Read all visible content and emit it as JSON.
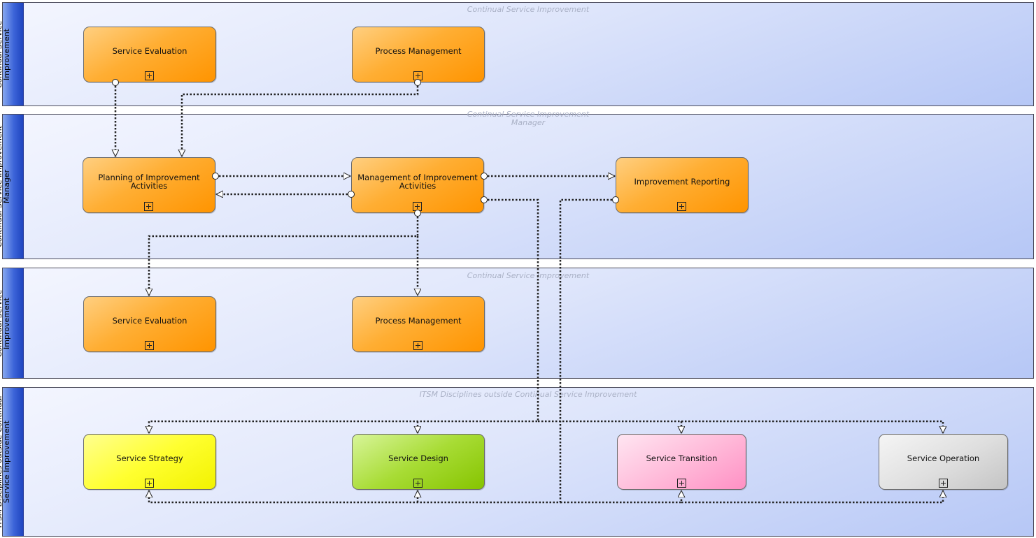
{
  "lanes": [
    {
      "header": "Continual Service\nImprovement",
      "title": "Continual Service Improvement"
    },
    {
      "header": "Continual Service Improvement\nManager",
      "title": "Continual Service Improvement\nManager"
    },
    {
      "header": "Continual Service\nImprovement",
      "title": "Continual Service Improvement"
    },
    {
      "header": "ITSM Disciplines outside Continual\nService Improvement",
      "title": "ITSM Disciplines outside Continual Service Improvement"
    }
  ],
  "nodes": {
    "lane1_service_evaluation": "Service Evaluation",
    "lane1_process_management": "Process Management",
    "planning": "Planning of Improvement\nActivities",
    "management": "Management of Improvement\nActivities",
    "reporting": "Improvement Reporting",
    "lane3_service_evaluation": "Service Evaluation",
    "lane3_process_management": "Process Management",
    "strategy": "Service Strategy",
    "design": "Service Design",
    "transition": "Service Transition",
    "operation": "Service Operation"
  },
  "colors": {
    "process": "#ff9f1a",
    "strategy": "#ffff33",
    "design": "#a0d82a",
    "transition": "#ffb0d4",
    "operation": "#d8d8d8",
    "lane_header": "#2f55cf",
    "lane_background": "#dfe6fb"
  }
}
